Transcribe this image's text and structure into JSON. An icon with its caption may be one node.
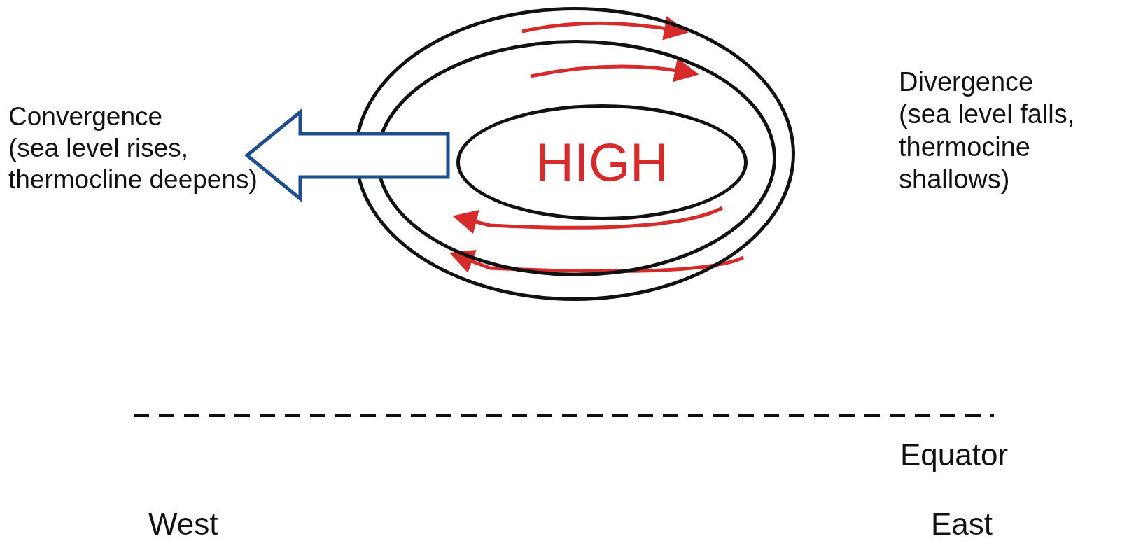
{
  "diagram": {
    "nodes": [
      {
        "text": [],
        "shape": "ellipse"
      },
      {
        "text": [],
        "shape": "ellipse",
        "in": 0
      },
      {
        "text": [
          "HIGH"
        ],
        "in": 1
      },
      {
        "text": [
          "Convergence",
          "(sea level rises, thermocline deepens)"
        ]
      },
      {
        "text": [
          "Divergence",
          "(sea level falls, thermocine shallows)"
        ]
      }
    ],
    "edges": [
      {
        "from": 2,
        "to": 3,
        "arrow": "to",
        "style": "thick",
        "color": "#1f4e8c"
      }
    ],
    "labels": [
      "Equator",
      "West",
      "East"
    ]
  }
}
